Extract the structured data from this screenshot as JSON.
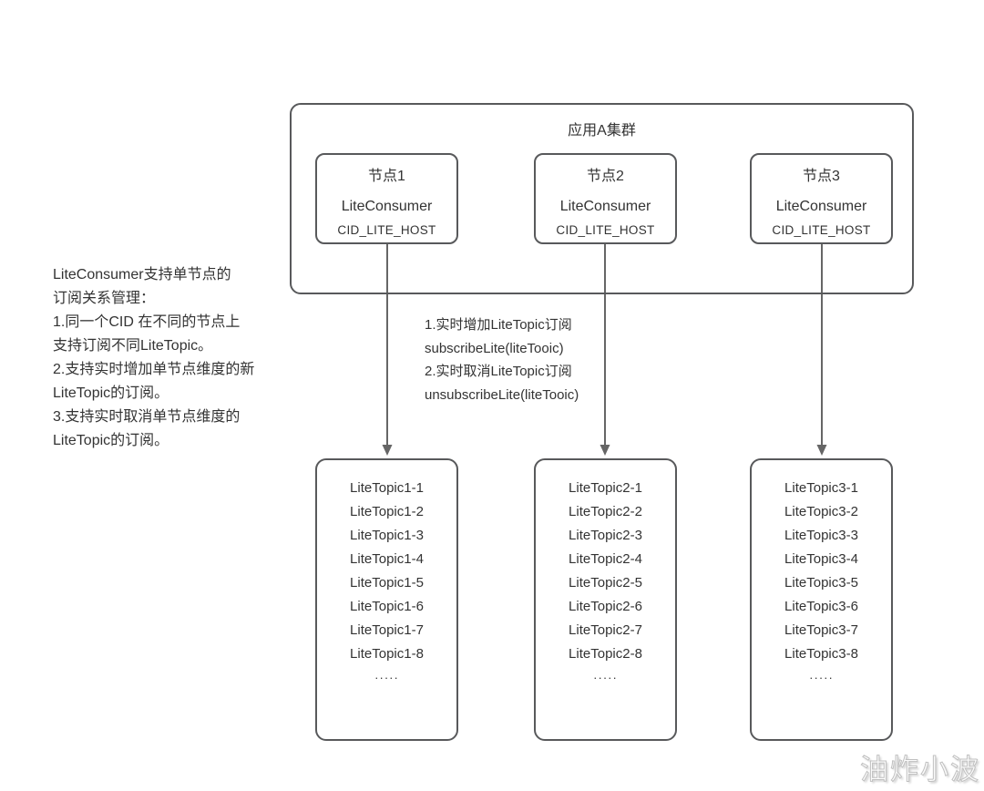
{
  "colors": {
    "background": "#ffffff",
    "border": "#58595b",
    "text": "#333333",
    "arrow": "#666666",
    "watermark_stroke": "#c0c0c0"
  },
  "cluster": {
    "title": "应用A集群",
    "nodes": [
      {
        "name": "节点1",
        "role": "LiteConsumer",
        "cid": "CID_LITE_HOST"
      },
      {
        "name": "节点2",
        "role": "LiteConsumer",
        "cid": "CID_LITE_HOST"
      },
      {
        "name": "节点3",
        "role": "LiteConsumer",
        "cid": "CID_LITE_HOST"
      }
    ]
  },
  "left_note": {
    "lines": [
      "LiteConsumer支持单节点的",
      "订阅关系管理：",
      "1.同一个CID 在不同的节点上",
      "支持订阅不同LiteTopic。",
      "2.支持实时增加单节点维度的新",
      "LiteTopic的订阅。",
      "3.支持实时取消单节点维度的",
      "LiteTopic的订阅。"
    ]
  },
  "arrow_note": {
    "lines": [
      "1.实时增加LiteTopic订阅",
      "subscribeLite(liteTooic)",
      "2.实时取消LiteTopic订阅",
      "unsubscribeLite(liteTooic)"
    ]
  },
  "topic_lists": [
    {
      "items": [
        "LiteTopic1-1",
        "LiteTopic1-2",
        "LiteTopic1-3",
        "LiteTopic1-4",
        "LiteTopic1-5",
        "LiteTopic1-6",
        "LiteTopic1-7",
        "LiteTopic1-8",
        "·····"
      ]
    },
    {
      "items": [
        "LiteTopic2-1",
        "LiteTopic2-2",
        "LiteTopic2-3",
        "LiteTopic2-4",
        "LiteTopic2-5",
        "LiteTopic2-6",
        "LiteTopic2-7",
        "LiteTopic2-8",
        "·····"
      ]
    },
    {
      "items": [
        "LiteTopic3-1",
        "LiteTopic3-2",
        "LiteTopic3-3",
        "LiteTopic3-4",
        "LiteTopic3-5",
        "LiteTopic3-6",
        "LiteTopic3-7",
        "LiteTopic3-8",
        "·····"
      ]
    }
  ],
  "watermark": "油炸小波"
}
